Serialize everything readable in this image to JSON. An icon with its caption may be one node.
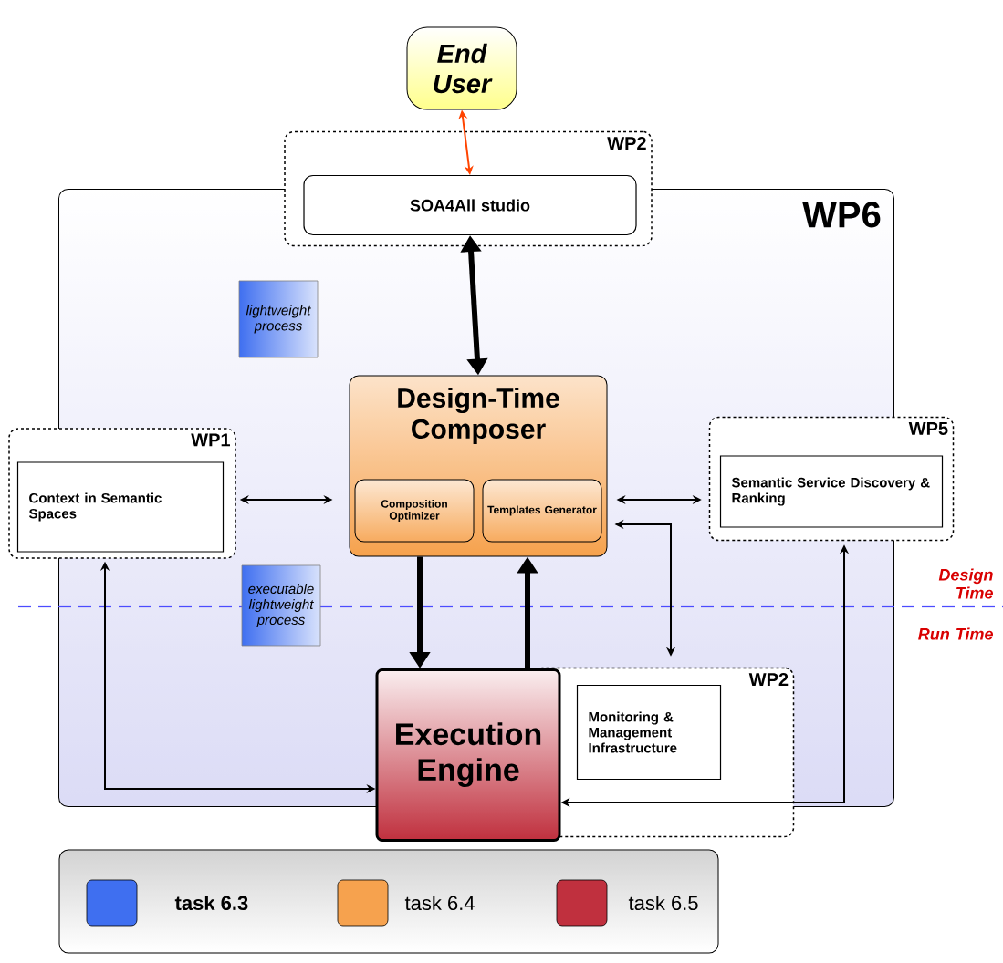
{
  "diagram": {
    "nodes": [
      {
        "text": [
          "End User"
        ]
      },
      {
        "text": [
          "WP2"
        ]
      },
      {
        "text": [
          "SOA4All studio"
        ],
        "in": 1
      },
      {
        "text": [
          "WP6"
        ]
      },
      {
        "text": [
          "lightweight process"
        ],
        "in": 3
      },
      {
        "text": [
          "Design-Time Composer"
        ],
        "in": 3
      },
      {
        "text": [
          "Composition Optimizer"
        ],
        "in": 5
      },
      {
        "text": [
          "Templates Generator"
        ],
        "in": 5
      },
      {
        "text": [
          "WP1"
        ]
      },
      {
        "text": [
          "Context in Semantic Spaces"
        ],
        "in": 8
      },
      {
        "text": [
          "WP5"
        ]
      },
      {
        "text": [
          "Semantic Service Discovery & Ranking"
        ],
        "in": 10
      },
      {
        "text": [
          "executable lightweight process"
        ],
        "in": 3
      },
      {
        "text": [
          "WP2"
        ]
      },
      {
        "text": [
          "Execution Engine"
        ]
      },
      {
        "text": [
          "Monitoring & Management Infrastructure"
        ],
        "in": 13
      }
    ],
    "edges": [
      {
        "from": 0,
        "to": 2,
        "arrow": "both",
        "color": "#ff4400"
      },
      {
        "from": 2,
        "to": 5,
        "arrow": "both",
        "style": "thick"
      },
      {
        "from": 8,
        "to": 5,
        "arrow": "both"
      },
      {
        "from": 5,
        "to": 10,
        "arrow": "both"
      },
      {
        "from": 5,
        "to": 14,
        "arrow": "to",
        "style": "thick"
      },
      {
        "from": 14,
        "to": 5,
        "arrow": "to",
        "style": "thick"
      },
      {
        "from": 5,
        "to": 13,
        "arrow": "both"
      },
      {
        "from": 8,
        "to": 14,
        "arrow": "both"
      },
      {
        "from": 14,
        "to": 10,
        "arrow": "both"
      }
    ],
    "labels": [
      "Design Time",
      "Run Time"
    ],
    "legend": [
      {
        "text": "task 6.3",
        "color": "#3f6ff0"
      },
      {
        "text": "task 6.4",
        "color": "#f6a24e"
      },
      {
        "text": "task 6.5",
        "color": "#c0303e"
      }
    ]
  }
}
